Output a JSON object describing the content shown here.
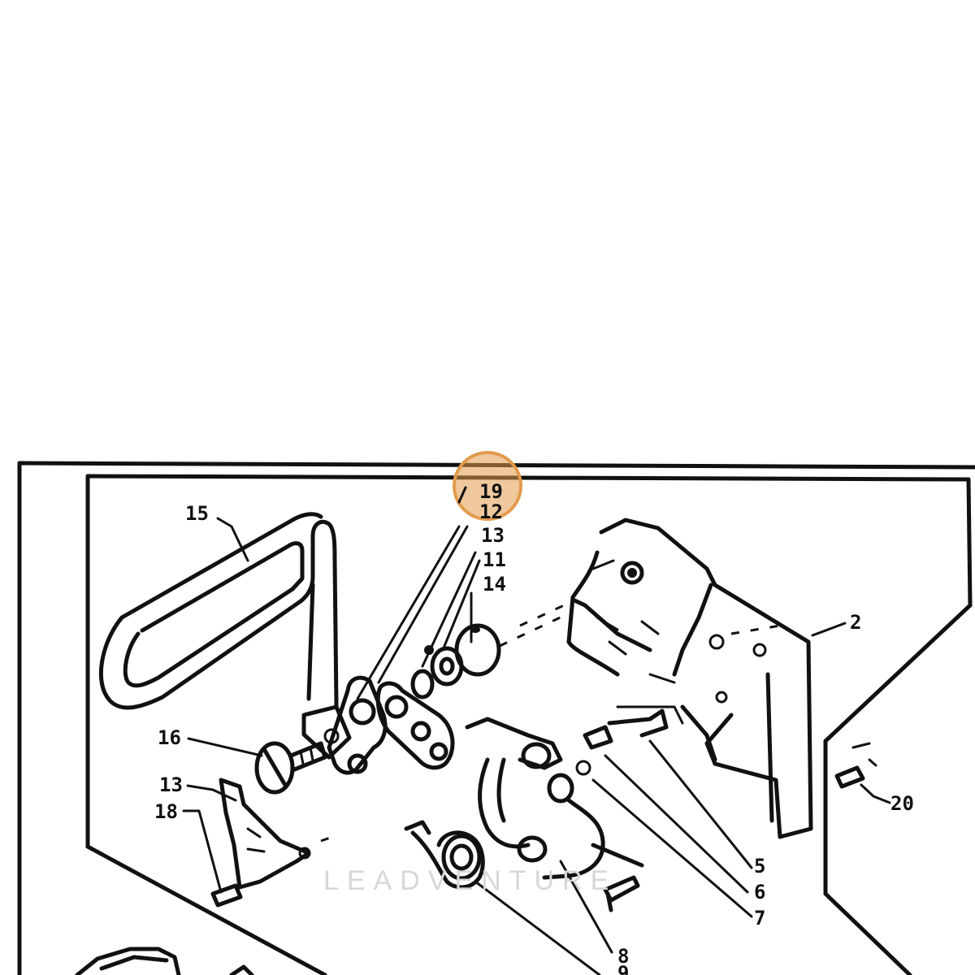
{
  "diagram": {
    "callouts": [
      "19",
      "12",
      "13",
      "11",
      "14",
      "15",
      "2",
      "16",
      "13",
      "18",
      "20",
      "5",
      "6",
      "7",
      "8",
      "9"
    ],
    "highlight_color": "#e29a4c",
    "watermark": "LEADVENTURE"
  }
}
